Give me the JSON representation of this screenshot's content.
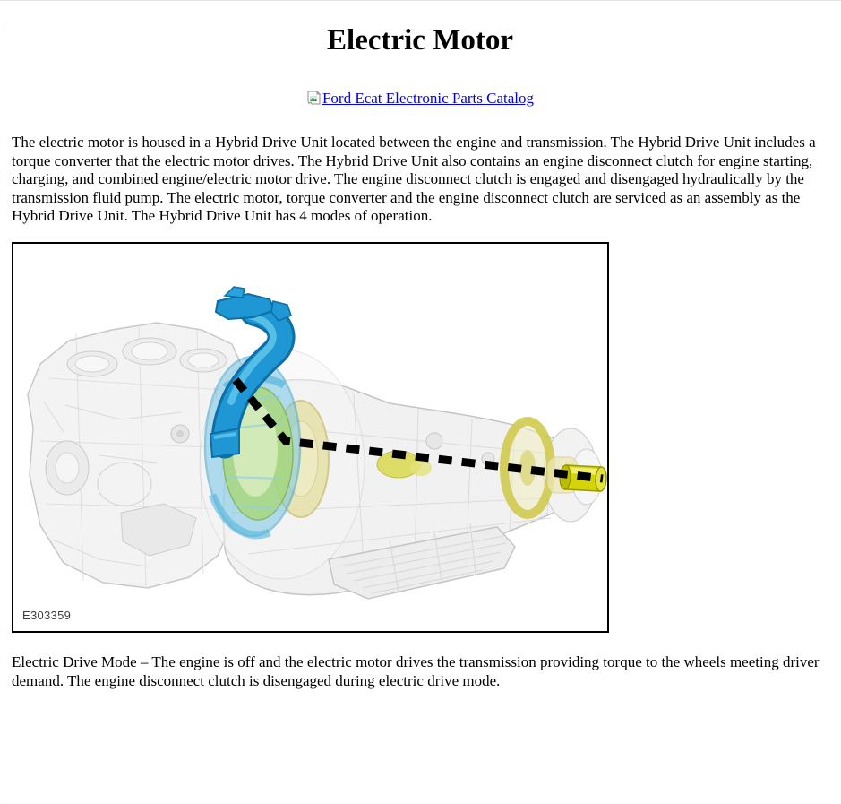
{
  "doc": {
    "title": "Electric Motor",
    "link": {
      "label": "Ford Ecat Electronic Parts Catalog",
      "color": "#0000EE",
      "icon": "broken-image-icon"
    },
    "paragraph": "The electric motor is housed in a Hybrid Drive Unit located between the engine and transmission. The Hybrid Drive Unit includes a torque converter that the electric motor drives. The Hybrid Drive Unit also contains an engine disconnect clutch for engine starting, charging, and combined engine/electric motor drive. The engine disconnect clutch is engaged and disengaged hydraulically by the transmission fluid pump. The electric motor, torque converter and the engine disconnect clutch are serviced as an assembly as the Hybrid Drive Unit. The Hybrid Drive Unit has 4 modes of operation.",
    "figure": {
      "label": "E303359",
      "description": "Ghosted transparent illustration of the engine (left) joined to the transmission (right); the electric motor inlet duct and motor ring are highlighted blue with a green stator, the torque converter and output shaft are highlighted yellow, and a thick black dashed arrow traces the power path from the electric motor down the shaft to the transmission output.",
      "colors": {
        "duct_blue": "#1f97d4",
        "motor_ring_cyan": "#6cc2e4",
        "stator_green": "#a9d877",
        "torque_converter_pale_yellow": "#e6e1a7",
        "output_shaft_yellow": "#d4d408",
        "ghost_gray": "#efefef",
        "power_path_black": "#000000"
      }
    },
    "caption": "Electric Drive Mode – The engine is off and the electric motor drives the transmission providing torque to the wheels meeting driver demand. The engine disconnect clutch is disengaged during electric drive mode."
  }
}
